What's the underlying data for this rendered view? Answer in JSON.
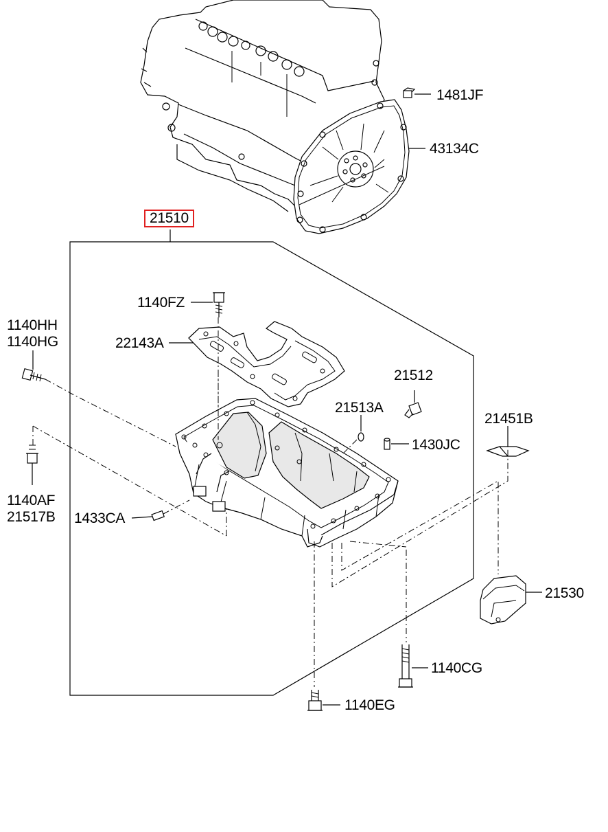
{
  "diagram": {
    "highlight_color": "#e02020",
    "parts": {
      "p1481JF": "1481JF",
      "p43134C": "43134C",
      "p21510": "21510",
      "p1140FZ": "1140FZ",
      "p1140HH": "1140HH",
      "p1140HG": "1140HG",
      "p22143A": "22143A",
      "p21512": "21512",
      "p21513A": "21513A",
      "p21451B": "21451B",
      "p1430JC": "1430JC",
      "p1140AF": "1140AF",
      "p21517B": "21517B",
      "p1433CA": "1433CA",
      "p21530": "21530",
      "p1140CG": "1140CG",
      "p1140EG": "1140EG"
    }
  }
}
